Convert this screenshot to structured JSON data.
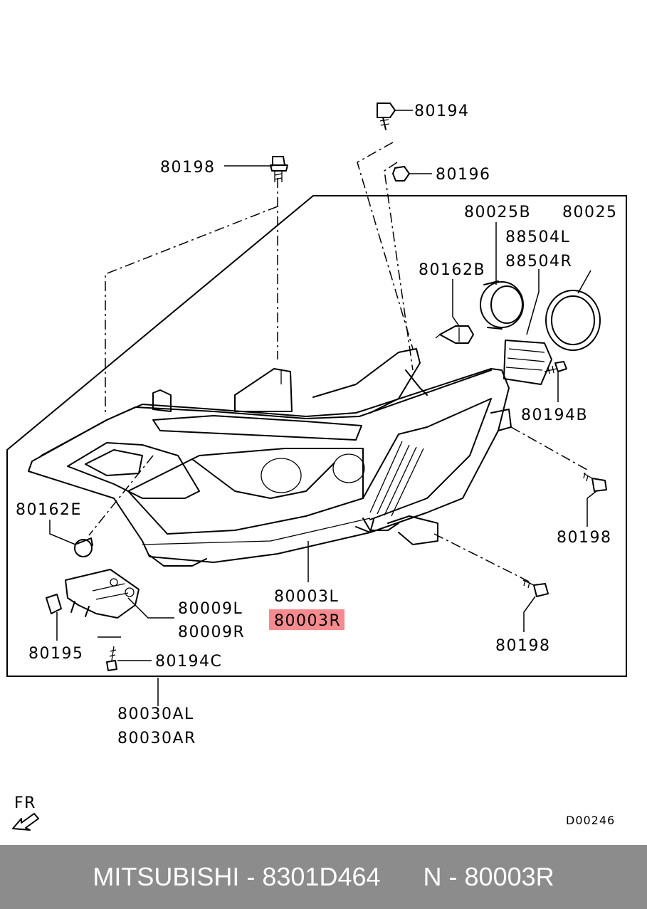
{
  "labels": {
    "p80194": "80194",
    "p80198_top": "80198",
    "p80196": "80196",
    "p80025b": "80025B",
    "p80025": "80025",
    "p88504l": "88504L",
    "p88504r": "88504R",
    "p80162b": "80162B",
    "p80194b": "80194B",
    "p80198_right": "80198",
    "p80162e": "80162E",
    "p80003l": "80003L",
    "p80003r": "80003R",
    "p80009l": "80009L",
    "p80009r": "80009R",
    "p80198_bottom": "80198",
    "p80195": "80195",
    "p80194c": "80194C",
    "p80030al": "80030AL",
    "p80030ar": "80030AR"
  },
  "fr_marker": "FR",
  "diagram_code": "D00246",
  "highlight_color": "#f58a8f",
  "footer": {
    "brand": "MITSUBISHI",
    "part_number": "8301D464",
    "ref_prefix": "N",
    "ref": "80003R",
    "background": "#8c8c8c"
  }
}
